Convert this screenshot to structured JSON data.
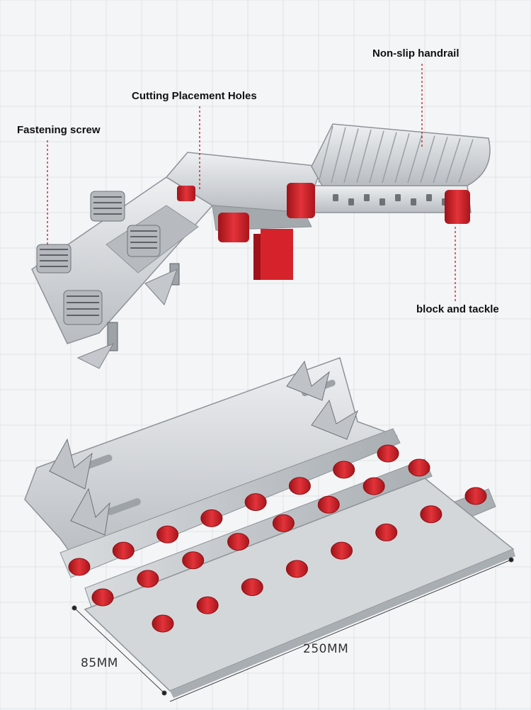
{
  "colors": {
    "background": "#f4f5f7",
    "grid": "#dfe2e6",
    "metal": "#c9ccd0",
    "metal_dark": "#9ea3a8",
    "metal_light": "#e9ebed",
    "roller_red": "#d6232b",
    "leader_red": "#c21a1a"
  },
  "labels": {
    "nonslip_handrail": "Non-slip handrail",
    "cutting_holes": "Cutting Placement Holes",
    "fastening_screw": "Fastening screw",
    "block_tackle": "block and tackle"
  },
  "dimensions": {
    "width": "85MM",
    "length": "250MM"
  }
}
